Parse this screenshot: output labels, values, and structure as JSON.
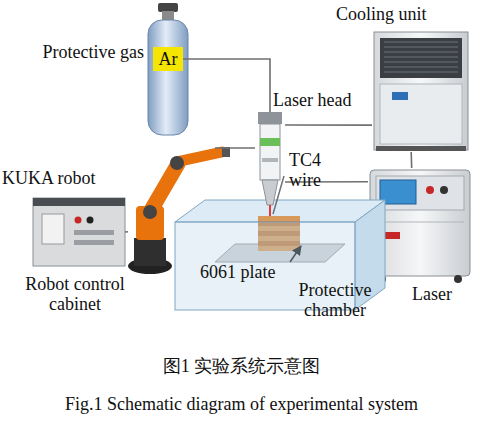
{
  "diagram": {
    "caption": "图1 实验系统示意图",
    "nodes": [
      {
        "text": [
          "Protective gas"
        ]
      },
      {
        "text": [
          "Ar"
        ],
        "in": 0
      },
      {
        "text": [
          "Cooling unit"
        ]
      },
      {
        "text": [
          "Laser head"
        ]
      },
      {
        "text": [
          "KUKA robot"
        ]
      },
      {
        "text": [
          "Robot control cabinet"
        ]
      },
      {
        "text": [
          "Protective chamber"
        ]
      },
      {
        "text": [
          "6061 plate"
        ],
        "in": 6
      },
      {
        "text": [
          "Laser"
        ]
      }
    ],
    "edges": [
      {
        "from": 1,
        "to": 3,
        "arrow": "none"
      },
      {
        "from": 2,
        "to": 3,
        "arrow": "none"
      },
      {
        "from": 4,
        "to": 3,
        "arrow": "none"
      },
      {
        "from": 3,
        "to": 8,
        "arrow": "none"
      },
      {
        "from": 2,
        "to": 8,
        "arrow": "none"
      },
      {
        "from": 5,
        "to": 4,
        "arrow": "none"
      }
    ],
    "labels": [
      "TC4 wire",
      "Fig.1 Schematic diagram of experimental system"
    ]
  }
}
